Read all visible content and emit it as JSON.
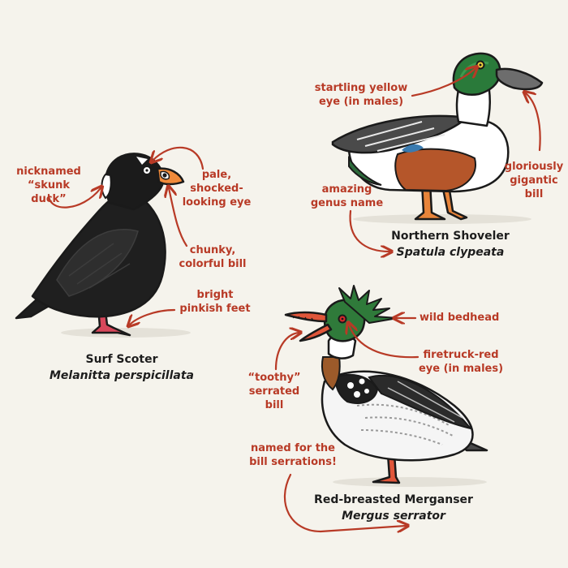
{
  "colors": {
    "background": "#f5f3ec",
    "annotation": "#b83a26",
    "caption": "#1d1d1d"
  },
  "birds": {
    "scoter": {
      "common_name": "Surf Scoter",
      "scientific_name": "Melanitta perspicillata",
      "notes": {
        "nickname": "nicknamed\n“skunk duck”",
        "eye": "pale,\nshocked-\nlooking eye",
        "bill": "chunky,\ncolorful bill",
        "feet": "bright\npinkish feet"
      }
    },
    "shoveler": {
      "common_name": "Northern Shoveler",
      "scientific_name": "Spatula clypeata",
      "notes": {
        "eye": "startling yellow\neye (in males)",
        "bill": "gloriously\ngigantic\nbill",
        "genus": "amazing\ngenus name"
      }
    },
    "merganser": {
      "common_name": "Red-breasted Merganser",
      "scientific_name": "Mergus serrator",
      "notes": {
        "bedhead": "wild bedhead",
        "eye": "firetruck-red\neye (in males)",
        "bill": "“toothy”\nserrated\nbill",
        "named_for": "named for the\nbill serrations!"
      }
    }
  }
}
